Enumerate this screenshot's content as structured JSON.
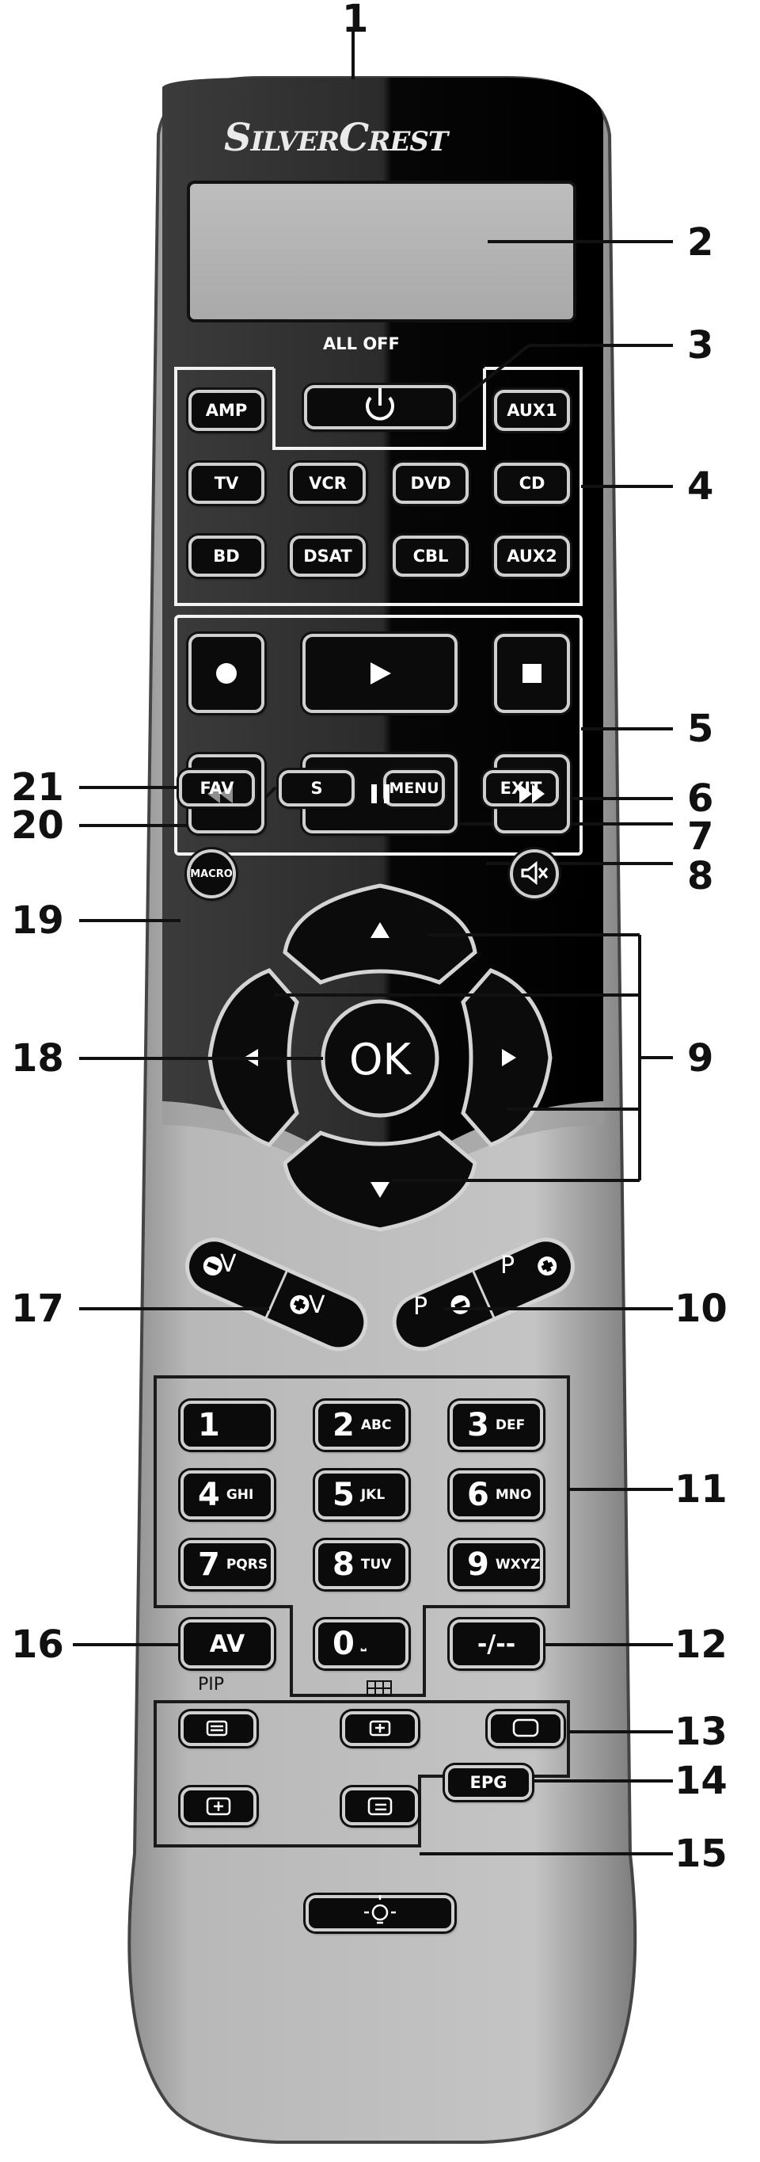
{
  "brand": "SilverCrest",
  "labels": {
    "all_off": "ALL OFF",
    "pip": "PIP",
    "ok": "OK",
    "vol_minus": "V",
    "vol_plus": "V",
    "prog_minus": "P",
    "prog_plus": "P"
  },
  "callouts": [
    "1",
    "2",
    "3",
    "4",
    "5",
    "6",
    "7",
    "8",
    "9",
    "10",
    "11",
    "12",
    "13",
    "14",
    "15",
    "16",
    "17",
    "18",
    "19",
    "20",
    "21"
  ],
  "device_buttons": [
    "AMP",
    "AUX1",
    "TV",
    "VCR",
    "DVD",
    "CD",
    "BD",
    "DSAT",
    "CBL",
    "AUX2"
  ],
  "function_buttons": {
    "fav": "FAV",
    "s": "S",
    "menu": "MENU",
    "exit": "EXIT",
    "macro": "MACRO",
    "av": "AV",
    "dash": "-/--",
    "epg": "EPG"
  },
  "keypad": [
    {
      "digit": "1",
      "letters": ""
    },
    {
      "digit": "2",
      "letters": "ABC"
    },
    {
      "digit": "3",
      "letters": "DEF"
    },
    {
      "digit": "4",
      "letters": "GHI"
    },
    {
      "digit": "5",
      "letters": "JKL"
    },
    {
      "digit": "6",
      "letters": "MNO"
    },
    {
      "digit": "7",
      "letters": "PQRS"
    },
    {
      "digit": "8",
      "letters": "TUV"
    },
    {
      "digit": "9",
      "letters": "WXYZ"
    },
    {
      "digit": "0",
      "letters": "⎵"
    }
  ],
  "colors": {
    "body_gray": "#b4b4b4",
    "face_dark": "#2a2a2a",
    "face_black": "#050505",
    "button": "#0b0b0b"
  }
}
